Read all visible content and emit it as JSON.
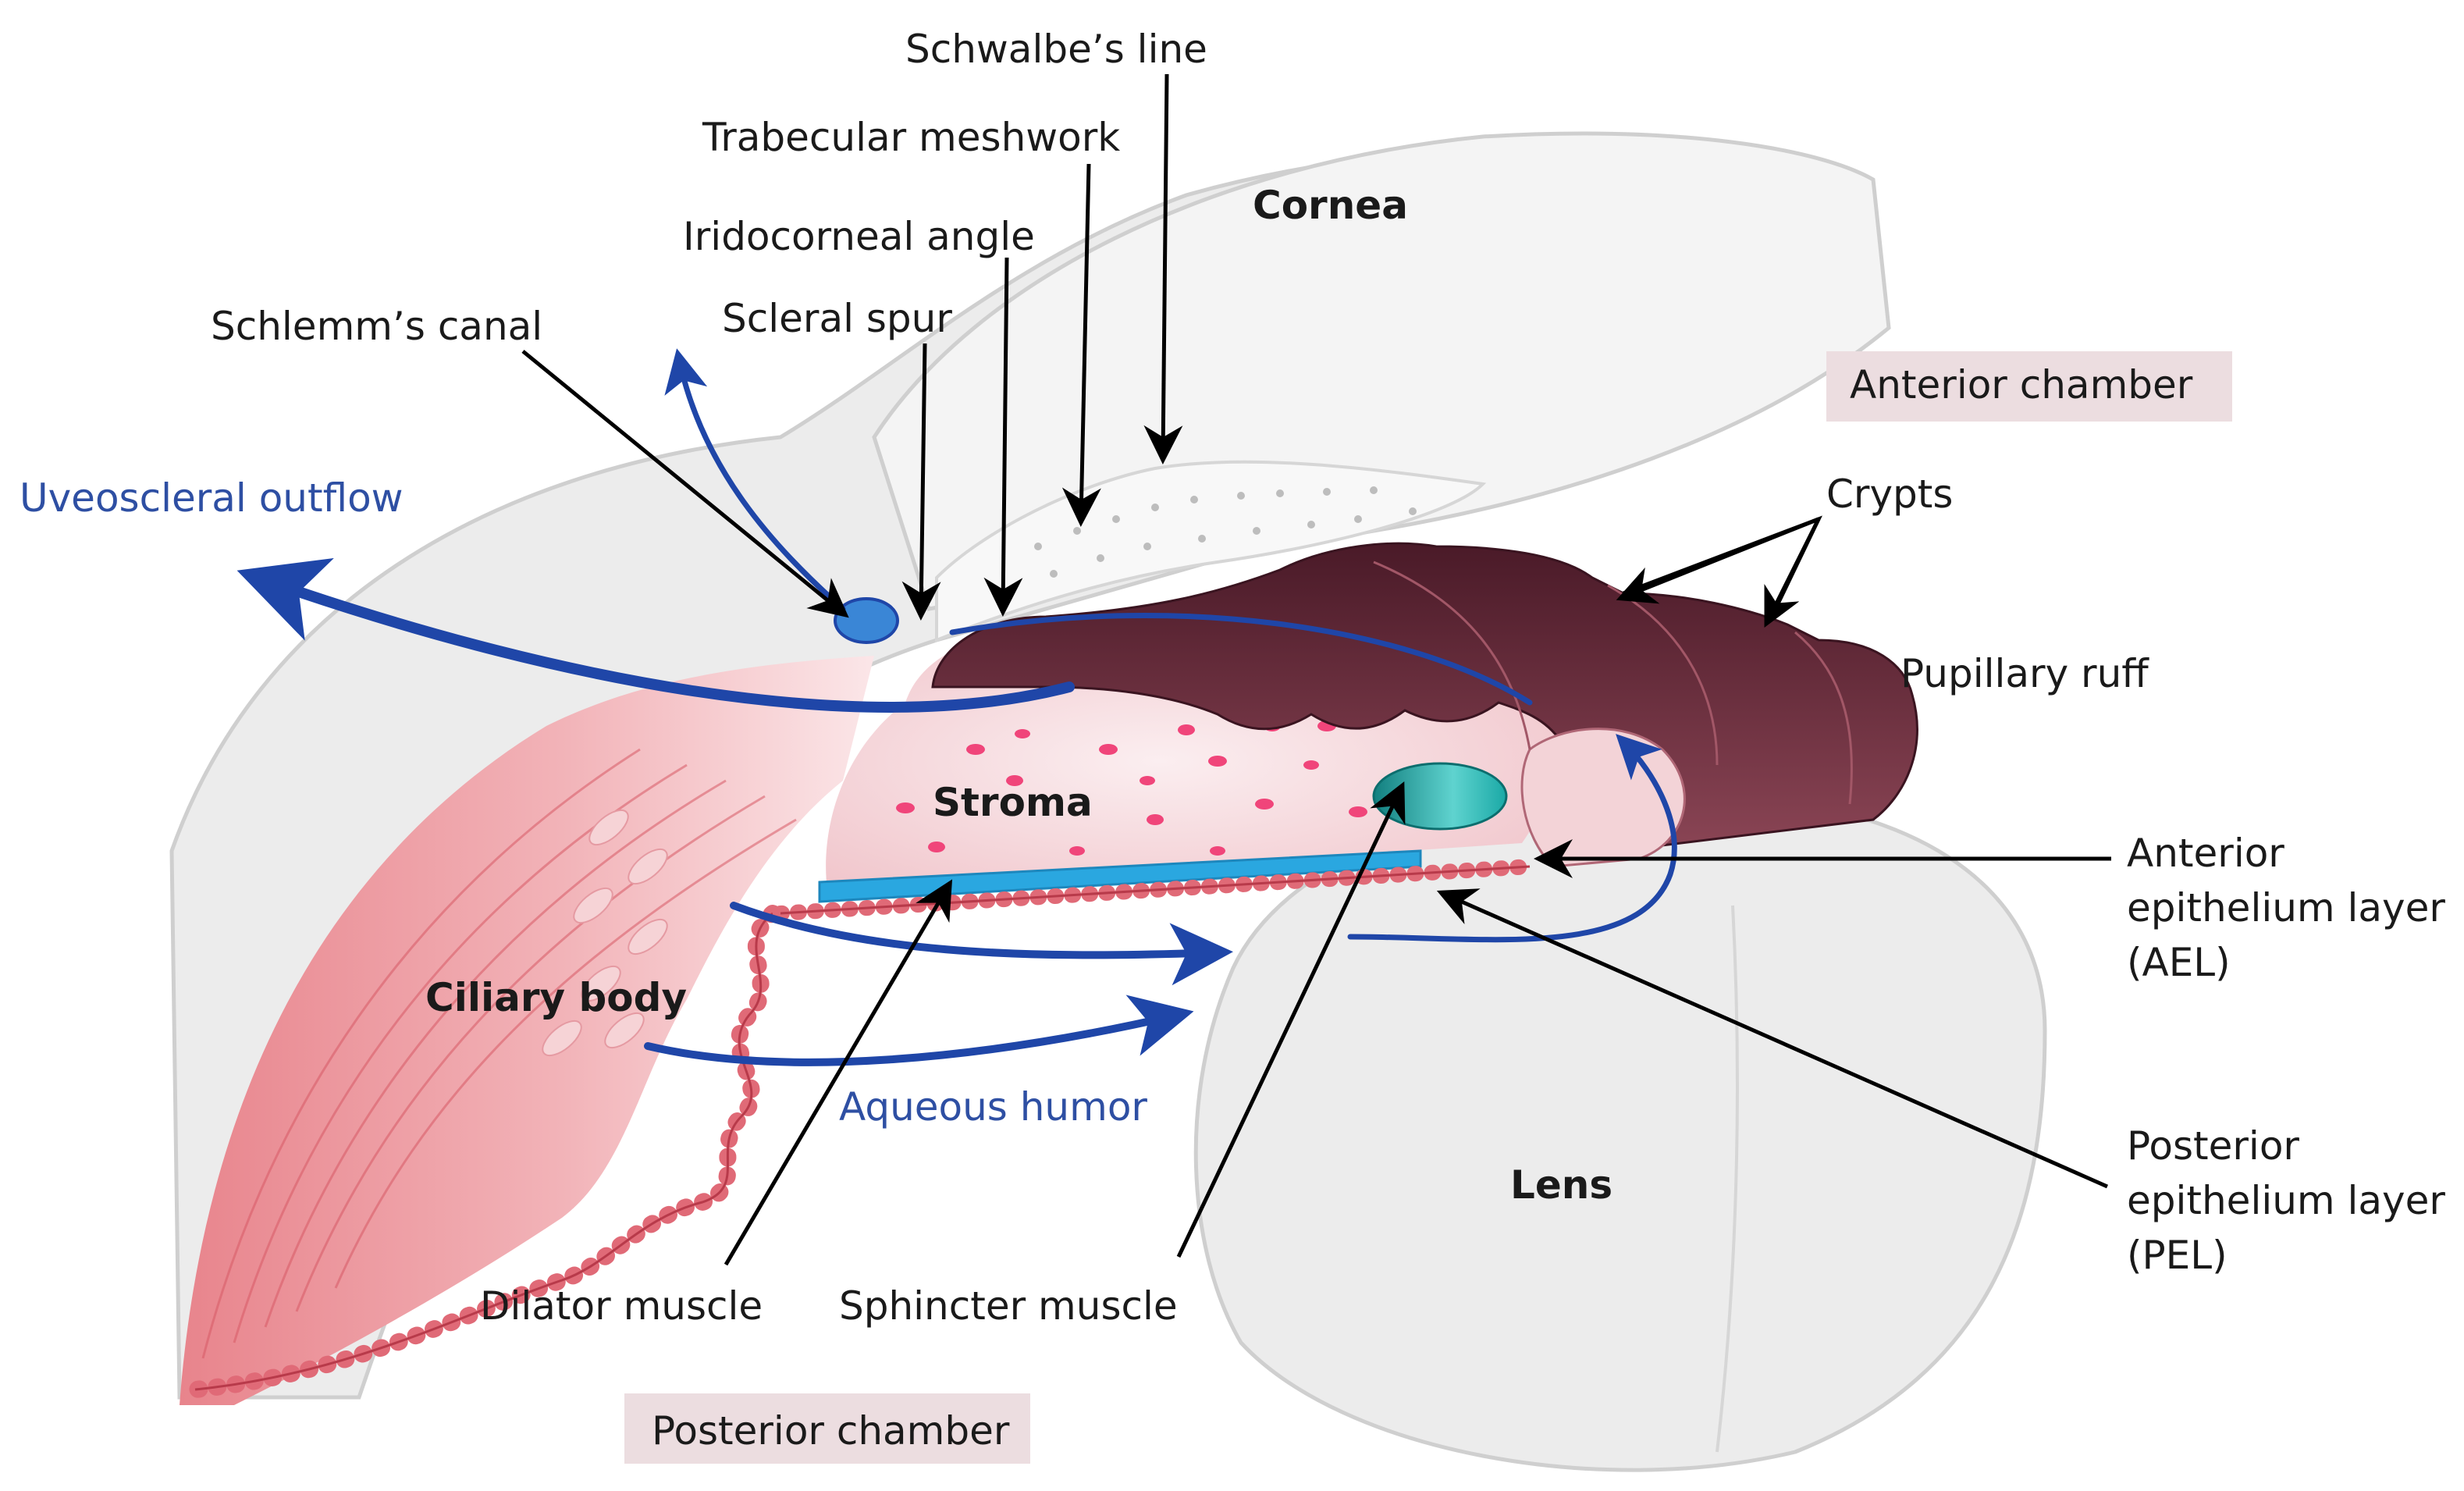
{
  "colors": {
    "text": "#1a1a1a",
    "flow_blue": "#1f46a8",
    "flow_label_blue": "#2e4fa3",
    "iris_maroon": "#7a3444",
    "iris_dark": "#4a1a28",
    "stroma_pink": "#f2c7cc",
    "dot_pink": "#f0457a",
    "ciliary_red": "#e8848c",
    "tissue_gray": "#ededed",
    "tissue_outline": "#cfcfcf",
    "chamber_box": "#ecdde0",
    "dilator_blue": "#2aa7e0",
    "sphincter_teal": "#1aa9a6",
    "pointer": "#000000"
  },
  "labels": {
    "schwalbes_line": "Schwalbe’s line",
    "trabecular_meshwork": "Trabecular meshwork",
    "iridocorneal_angle": "Iridocorneal angle",
    "scleral_spur": "Scleral spur",
    "schlemms_canal": "Schlemm’s canal",
    "cornea": "Cornea",
    "anterior_chamber": "Anterior chamber",
    "uveoscleral_outflow": "Uveoscleral outflow",
    "crypts": "Crypts",
    "pupillary_ruff": "Pupillary ruff",
    "stroma": "Stroma",
    "anterior_epithelium": [
      "Anterior",
      "epithelium layer",
      "(AEL)"
    ],
    "ciliary_body": "Ciliary body",
    "aqueous_humor": "Aqueous humor",
    "posterior_epithelium": [
      "Posterior",
      "epithelium layer",
      "(PEL)"
    ],
    "lens": "Lens",
    "dilator_muscle": "Dilator muscle",
    "sphincter_muscle": "Sphincter muscle",
    "posterior_chamber": "Posterior chamber"
  }
}
